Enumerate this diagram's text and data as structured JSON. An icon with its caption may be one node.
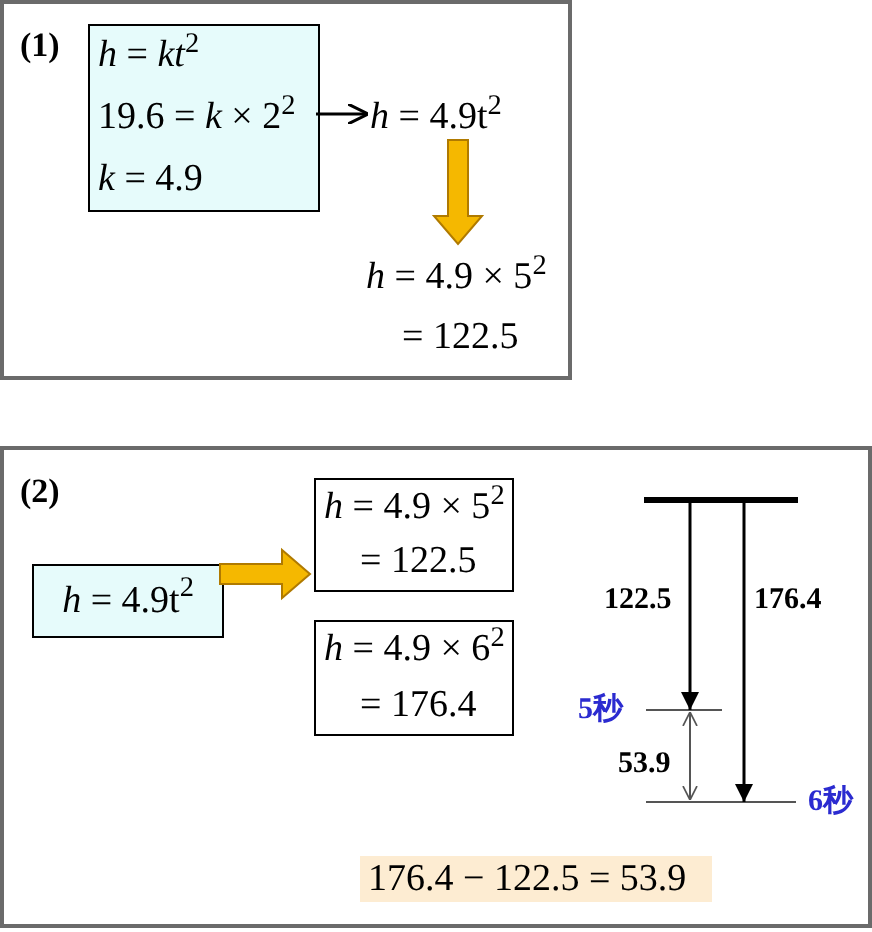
{
  "diagram": {
    "nodes": [
      {
        "text": [
          "(1)"
        ]
      },
      {
        "text": [
          "*h* = *kt*$^{2}$",
          "19.6 = *k* × 2$^{2}$",
          "*k* = 4.9"
        ],
        "in": 0
      },
      {
        "text": [
          "*h* = 4.9t$^{2}$"
        ],
        "in": 0
      },
      {
        "text": [
          "*h* = 4.9 × 5$^{2}$",
          "= 122.5"
        ],
        "in": 0
      },
      {
        "text": [
          "(2)"
        ]
      },
      {
        "text": [
          "*h* = 4.9t$^{2}$"
        ],
        "in": 4
      },
      {
        "text": [
          "*h* = 4.9 × 5$^{2}$",
          "= 122.5"
        ],
        "in": 4
      },
      {
        "text": [
          "*h* = 4.9 × 6$^{2}$",
          "= 176.4"
        ],
        "in": 4
      },
      {
        "text": [
          "176.4 − 122.5 = 53.9"
        ],
        "in": 4
      }
    ],
    "edges": [
      {
        "from": 1,
        "to": 2,
        "arrow": "to"
      },
      {
        "from": 2,
        "to": 3,
        "arrow": "to",
        "style": "thick",
        "color": "#f5b800"
      },
      {
        "from": 5,
        "to": 6,
        "arrow": "to",
        "style": "thick",
        "color": "#f5b800"
      }
    ],
    "labels": [
      "122.5",
      "176.4",
      "5秒",
      "53.9",
      "6秒"
    ]
  }
}
